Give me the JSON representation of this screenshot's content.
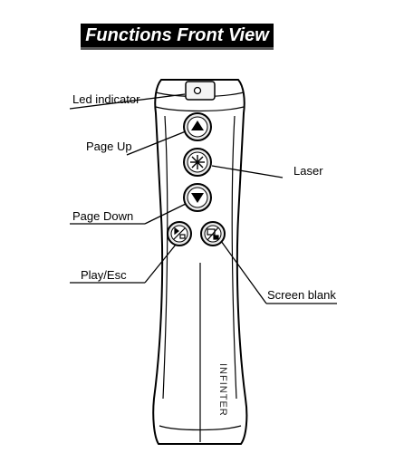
{
  "title": "Functions Front View",
  "callouts": {
    "led_indicator": "Led indicator",
    "page_up": "Page Up",
    "laser": "Laser",
    "page_down": "Page Down",
    "play_esc": "Play/Esc",
    "screen_blank": "Screen blank"
  },
  "device": {
    "brand": "INFINTER",
    "body_color": "#ffffff",
    "outline_color": "#000000",
    "button_fill": "#e9e9e9"
  },
  "icons": {
    "led": "led-dot-icon",
    "page_up": "triangle-up-icon",
    "laser": "laser-star-icon",
    "page_down": "triangle-down-icon",
    "play_esc": "play-esc-icon",
    "screen_blank": "screen-blank-icon"
  }
}
